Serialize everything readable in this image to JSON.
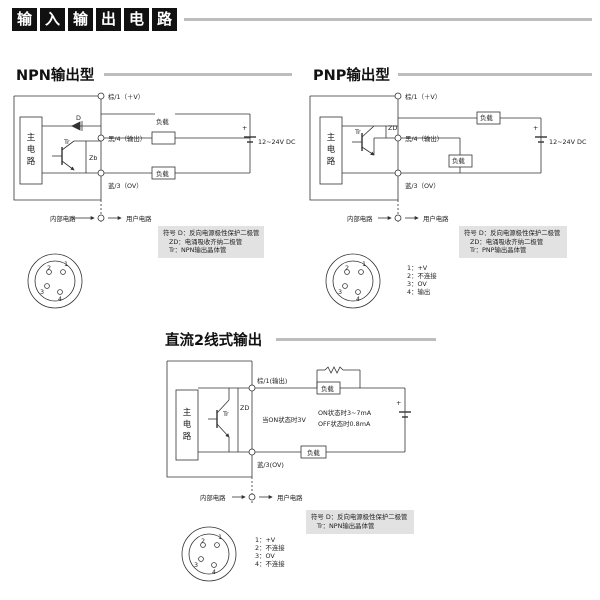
{
  "header": {
    "chars": [
      "输",
      "入",
      "输",
      "出",
      "电",
      "路"
    ]
  },
  "npn": {
    "title": "NPN输出型",
    "main_circuit": "主电路",
    "t_brown": "棕/1（＋V）",
    "t_black": "黑/4（输出）",
    "t_blue": "蓝/3（OV）",
    "load": "负载",
    "supply": "12~24V DC",
    "lbl_d": "D",
    "lbl_tr": "Tr",
    "lbl_zd": "Zb",
    "internal": "内部电路",
    "user": "用户电路",
    "legend": [
      "符号 D：反向电源极性保护二极管",
      "ZD：电涌吸收齐纳二极管",
      "Tr：NPN输出晶体管"
    ],
    "pins": [
      "2",
      "1",
      "3",
      "4"
    ]
  },
  "pnp": {
    "title": "PNP输出型",
    "main_circuit": "主电路",
    "t_brown": "棕/1（＋V）",
    "t_black": "黑/4（输出）",
    "t_blue": "蓝/3（OV）",
    "load": "负载",
    "supply": "12~24V DC",
    "lbl_zd": "ZD",
    "lbl_tr": "Tr",
    "internal": "内部电路",
    "user": "用户电路",
    "legend": [
      "符号 D：反向电源极性保护二极管",
      "ZD：电涌吸收齐纳二极管",
      "Tr：PNP输出晶体管"
    ],
    "pins": [
      "2",
      "1",
      "3",
      "4"
    ],
    "pin_list": [
      "1：+V",
      "2：不连接",
      "3：OV",
      "4：输出"
    ]
  },
  "dc2": {
    "title": "直流2线式输出",
    "main_circuit": "主电路",
    "t_brown": "棕/1(输出)",
    "t_blue": "蓝/3(OV)",
    "load": "负载",
    "lbl_tr": "Tr",
    "lbl_zd": "ZD",
    "on_text": "当ON状态时3V",
    "on_current": "ON状态时3~7mA",
    "off_current": "OFF状态时0.8mA",
    "internal": "内部电路",
    "user": "用户电路",
    "legend": [
      "符号 D：反向电源极性保护二极管",
      "Tr：NPN输出晶体管"
    ],
    "pins": [
      "2",
      "1",
      "3",
      "4"
    ],
    "pin_list": [
      "1：+V",
      "2：不连接",
      "3：OV",
      "4：不连接"
    ]
  }
}
